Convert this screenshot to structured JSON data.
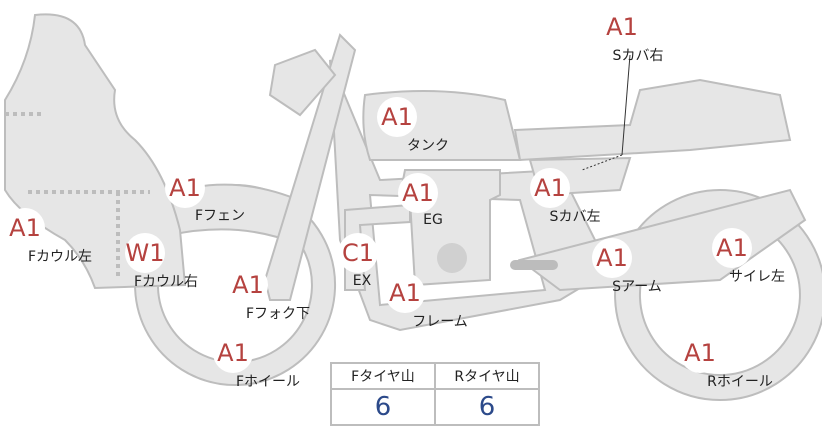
{
  "parts": [
    {
      "grade": "A1",
      "label": "Sカバ右"
    },
    {
      "grade": "A1",
      "label": "タンク"
    },
    {
      "grade": "A1",
      "label": "EG"
    },
    {
      "grade": "A1",
      "label": "Sカバ左"
    },
    {
      "grade": "A1",
      "label": "Fフェン"
    },
    {
      "grade": "A1",
      "label": "Fカウル左"
    },
    {
      "grade": "W1",
      "label": "Fカウル右"
    },
    {
      "grade": "C1",
      "label": "EX"
    },
    {
      "grade": "A1",
      "label": "Fフォク下"
    },
    {
      "grade": "A1",
      "label": "フレーム"
    },
    {
      "grade": "A1",
      "label": "Sアーム"
    },
    {
      "grade": "A1",
      "label": "サイレ左"
    },
    {
      "grade": "A1",
      "label": "Fホイール"
    },
    {
      "grade": "A1",
      "label": "Rホイール"
    }
  ],
  "tire": {
    "front_label": "Fタイヤ山",
    "rear_label": "Rタイヤ山",
    "front_value": "6",
    "rear_value": "6"
  },
  "colors": {
    "body": "#e6e6e6",
    "outline": "#bdbdbd",
    "grade": "#b5423f",
    "value": "#2c4a8a"
  }
}
